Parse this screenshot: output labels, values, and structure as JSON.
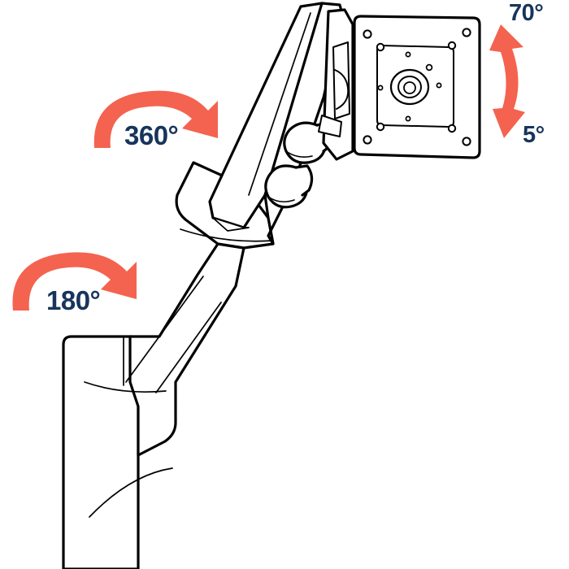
{
  "diagram": {
    "title": "Monitor Mount Range of Motion",
    "subject": "wall-mounted articulating monitor arm",
    "background_color": "#ffffff",
    "line_color": "#000000",
    "arrow_color": "#f4634f",
    "label_color": "#17355c"
  },
  "annotations": {
    "rotation_360": {
      "value": "360°",
      "motion": "rotation",
      "arrow": "curved-arrow-clockwise",
      "position": "upper-left"
    },
    "rotation_180": {
      "value": "180°",
      "motion": "swivel",
      "arrow": "curved-arrow-clockwise",
      "position": "left"
    },
    "tilt_up": {
      "value": "70°",
      "motion": "tilt-up",
      "arrow": "double-headed-vertical-arrow",
      "position": "upper-right"
    },
    "tilt_down": {
      "value": "5°",
      "motion": "tilt-down",
      "arrow": "double-headed-vertical-arrow",
      "position": "right"
    }
  },
  "components": {
    "vesa_plate": "monitor-mounting-plate",
    "pivot_hub": "central-tilt-pivot",
    "upper_arm": "extension-arm",
    "knuckle_joints": "cylindrical-pivot-joints",
    "lower_arm": "lift-arm",
    "wall_post": "wall-mount-post"
  }
}
